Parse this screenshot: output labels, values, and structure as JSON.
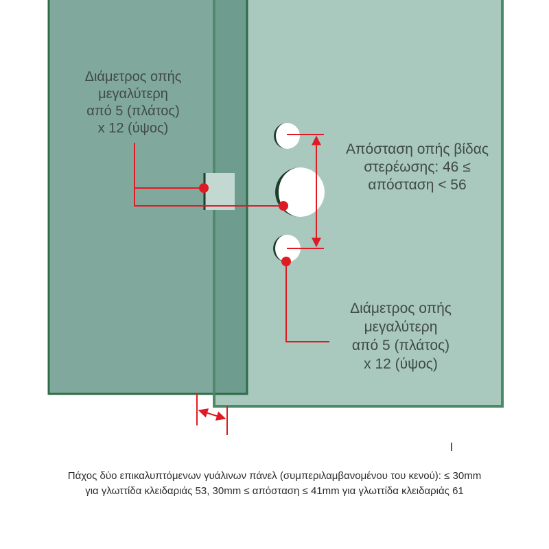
{
  "labels": {
    "left": [
      "Διάμετρος οπής",
      "μεγαλύτερη",
      "από 5 (πλάτος)",
      "x 12 (ύψος)"
    ],
    "right_top": [
      "Απόσταση οπής βίδας",
      "στερέωσης: 46 ≤",
      "απόσταση < 56"
    ],
    "right_bottom": [
      "Διάμετρος οπής",
      "μεγαλύτερη",
      "από 5 (πλάτος)",
      "x 12 (ύψος)"
    ]
  },
  "caption": [
    "Πάχος δύο επικαλυπτόμενων γυάλινων πάνελ (συμπεριλαμβανομένου του κενού): ≤ 30mm",
    "για γλωττίδα κλειδαριάς 53, 30mm ≤ απόσταση ≤ 41mm για γλωττίδα κλειδαριάς 61"
  ],
  "colors": {
    "back_panel": "#6e9b8f",
    "front_panel": "#a9c8be",
    "panel_border": "#2f6b48",
    "marker": "#e01a22",
    "text": "#3f4a47"
  }
}
